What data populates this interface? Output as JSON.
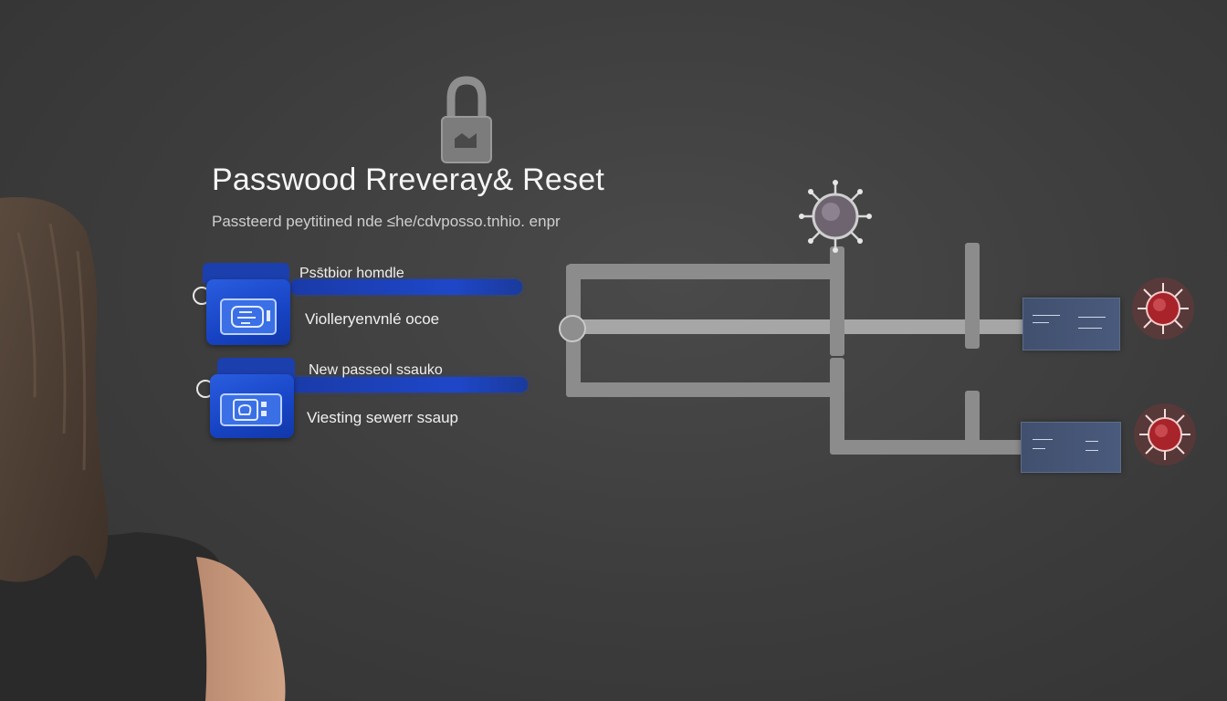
{
  "title": "Passwood Rreveray& Reset",
  "subtitle": "Passteerd peytitined nde ≤he/cdvposso.tnhio. enpr",
  "steps": [
    {
      "title": "Pss̄tbior homdle",
      "subtitle": "Violleryenvnlé ocoe",
      "icon": "shield-card-icon"
    },
    {
      "title": "New passeol ssauko",
      "subtitle": "Viesting sewerr ssaup",
      "icon": "key-card-icon"
    }
  ],
  "diagram": {
    "nodes": [
      "start-node",
      "gray-virus-node",
      "red-virus-node-top",
      "red-virus-node-bottom"
    ]
  },
  "colors": {
    "background": "#3c3c3c",
    "accent_blue": "#1e47c8",
    "pipe_gray": "#8c8c8c",
    "threat_red": "#d92a2a"
  }
}
